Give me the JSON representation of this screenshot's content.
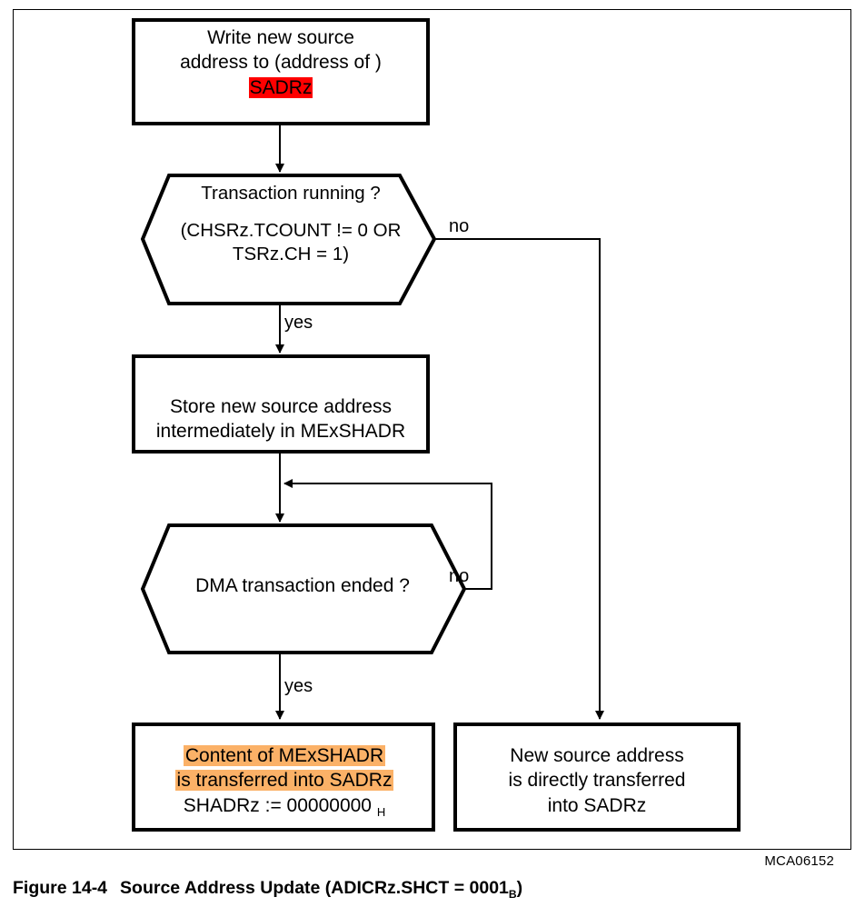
{
  "figure": {
    "caption_label": "Figure 14-4",
    "caption_title": "Source Address Update (ADICRz.SHCT = 0001",
    "caption_subscript": "B",
    "caption_tail": ")",
    "artwork_id": "MCA06152"
  },
  "colors": {
    "highlight_red": "#ff0000",
    "highlight_orange": "#fbb167",
    "stroke": "#000000",
    "background": "#ffffff"
  },
  "flowchart": {
    "type": "flowchart",
    "nodes": [
      {
        "id": "box1",
        "shape": "process",
        "lines": [
          "Write new source",
          "address to (address of )",
          "SADRz"
        ],
        "highlight": {
          "line": 2,
          "color": "#ff0000"
        }
      },
      {
        "id": "hex1",
        "shape": "decision-hexagon",
        "lines": [
          "Transaction running  ?",
          "",
          "(CHSRz.TCOUNT != 0  OR",
          "TSRz.CH = 1)"
        ]
      },
      {
        "id": "box2",
        "shape": "process",
        "lines": [
          "Store new source address",
          "intermediately in  MExSHADR"
        ]
      },
      {
        "id": "hex2",
        "shape": "decision-hexagon",
        "lines": [
          "DMA transaction  ended  ?"
        ]
      },
      {
        "id": "box3",
        "shape": "process",
        "lines": [
          "Content of MExSHADR",
          "is transferred  into SADRz",
          "SHADRz := 00000000 "
        ],
        "subscript": "H",
        "highlight": {
          "lines": [
            0,
            1
          ],
          "color": "#fbb167"
        }
      },
      {
        "id": "box4",
        "shape": "process",
        "lines": [
          "New source address",
          "is directly transferred",
          "into SADRz"
        ]
      }
    ],
    "edges": [
      {
        "from": "box1",
        "to": "hex1",
        "label": ""
      },
      {
        "from": "hex1",
        "to": "box2",
        "label": "yes"
      },
      {
        "from": "hex1",
        "to": "box4",
        "label": "no"
      },
      {
        "from": "box2",
        "to": "hex2",
        "label": ""
      },
      {
        "from": "hex2",
        "to": "box3",
        "label": "yes"
      },
      {
        "from": "hex2",
        "to": "hex2-loop",
        "label": "no"
      }
    ],
    "labels": {
      "no_1": "no",
      "yes_1": "yes",
      "no_2": "no",
      "yes_2": "yes"
    }
  }
}
